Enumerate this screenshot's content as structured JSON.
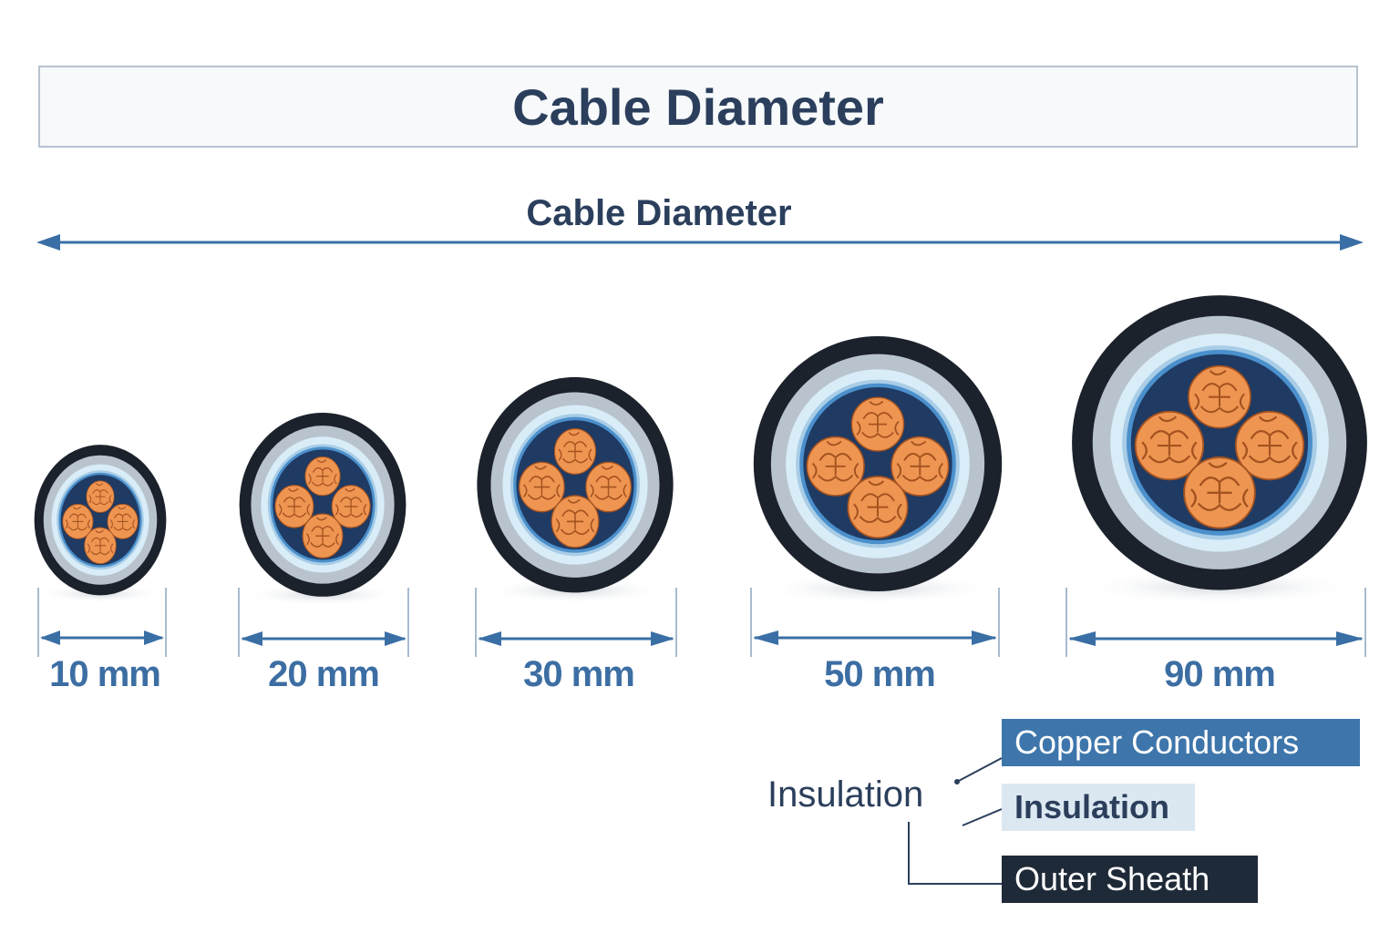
{
  "header": {
    "title": "Cable Diameter"
  },
  "scale": {
    "label": "Cable Diameter",
    "arrow_color": "#3a6fa5"
  },
  "cables": [
    {
      "label": "10 mm",
      "diameter_mm": 10
    },
    {
      "label": "20 mm",
      "diameter_mm": 20
    },
    {
      "label": "30 mm",
      "diameter_mm": 30
    },
    {
      "label": "50 mm",
      "diameter_mm": 50
    },
    {
      "label": "90 mm",
      "diameter_mm": 90
    }
  ],
  "legend": {
    "callout_label": "Insulation",
    "items": [
      {
        "label": "Copper Conductors",
        "color": "#3e76ab"
      },
      {
        "label": "Insulation",
        "color": "#dce8f1"
      },
      {
        "label": "Outer Sheath",
        "color": "#1f2a38"
      }
    ]
  },
  "colors": {
    "sheath": "#1c222b",
    "armor": "#c9d2db",
    "insulation": "#cfe6f5",
    "core_fill": "#1f3a63",
    "copper": "#ec9350",
    "text_dark": "#2b3f5c",
    "text_blue": "#3c6ea3"
  }
}
